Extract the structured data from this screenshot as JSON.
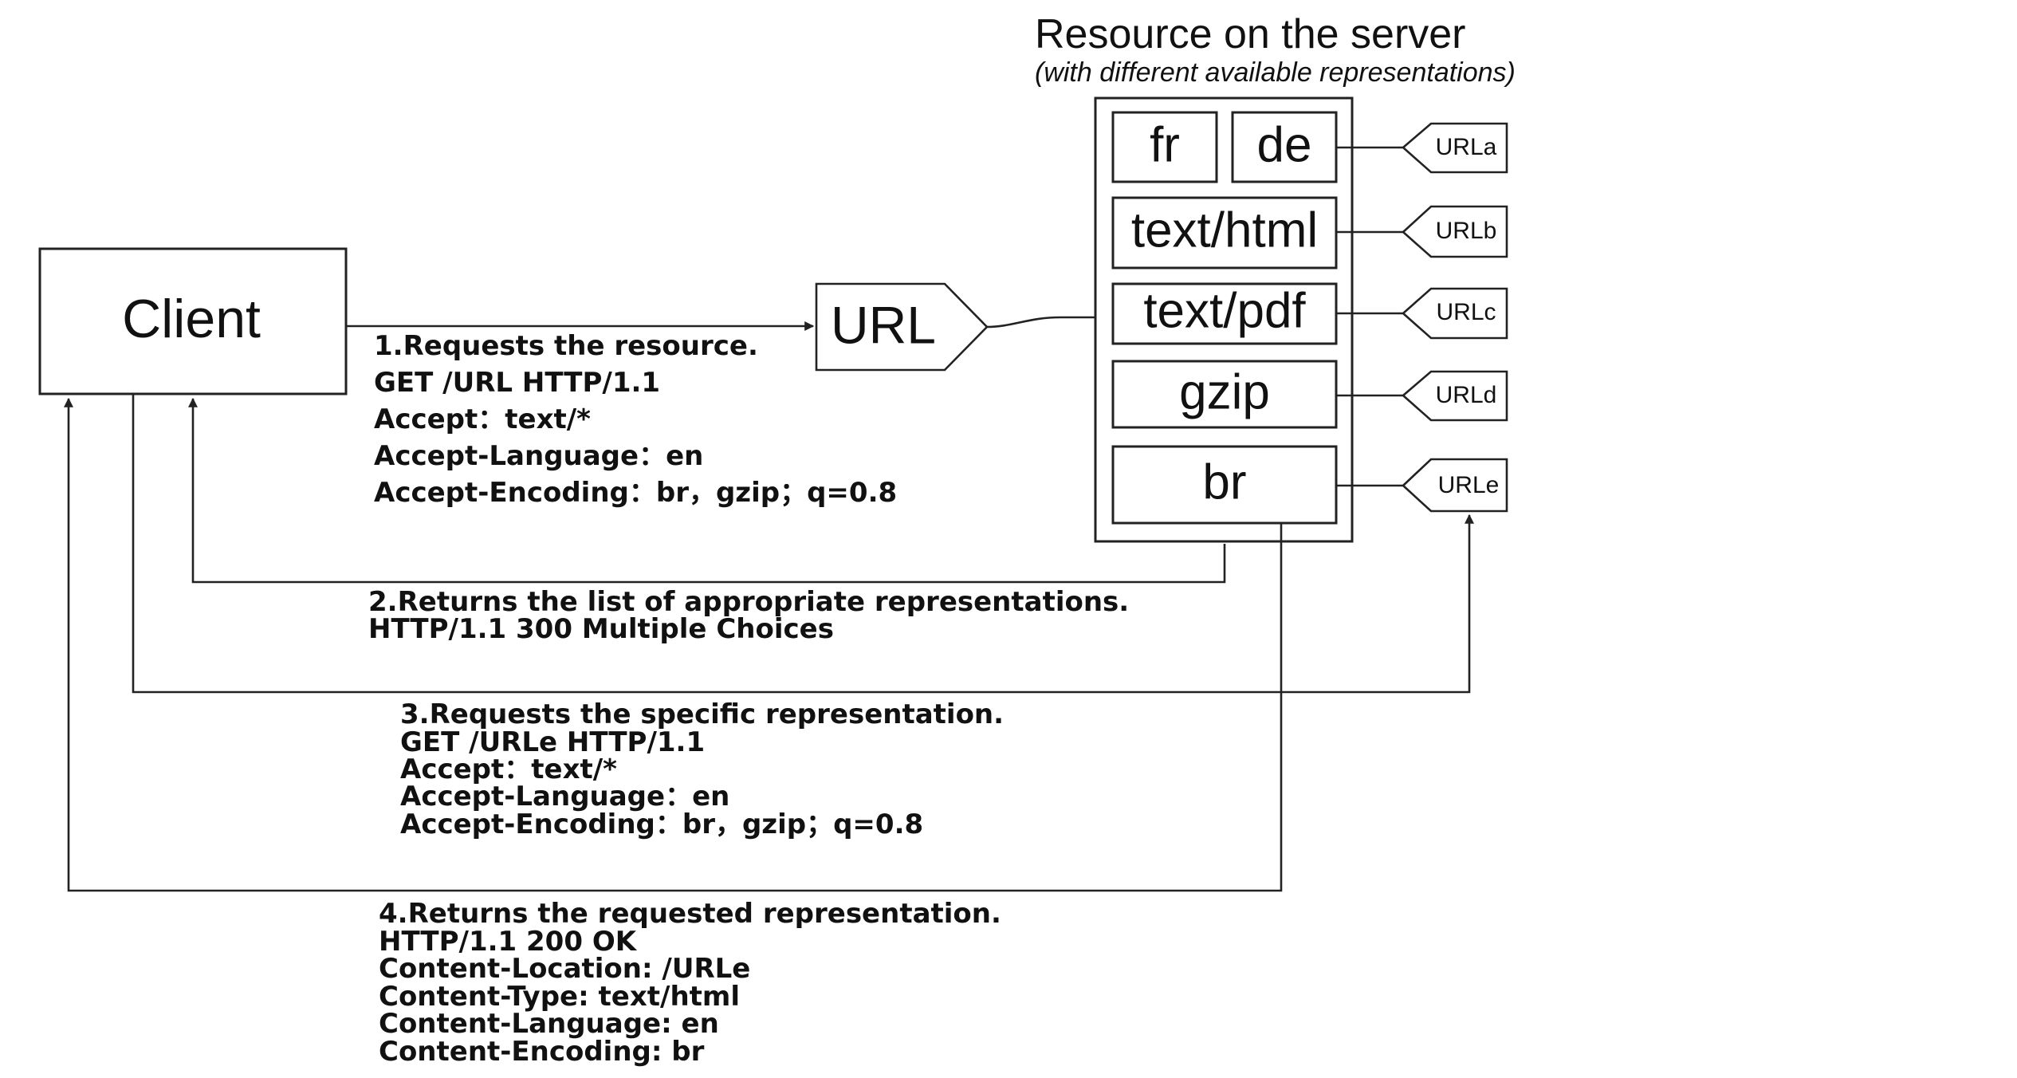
{
  "server": {
    "title": "Resource on the server",
    "subtitle": "(with different available representations)"
  },
  "client": {
    "label": "Client"
  },
  "url_tag": {
    "label": "URL"
  },
  "representations": [
    "fr",
    "de",
    "text/html",
    "text/pdf",
    "gzip",
    "br"
  ],
  "url_tags": [
    "URLa",
    "URLb",
    "URLc",
    "URLd",
    "URLe"
  ],
  "steps": [
    {
      "lines": [
        "1.Requests the resource.",
        "GET /URL HTTP/1.1",
        "Accept：text/*",
        "Accept-Language：en",
        "Accept-Encoding：br，gzip；q=0.8"
      ]
    },
    {
      "lines": [
        "2.Returns the list of appropriate representations.",
        "HTTP/1.1 300 Multiple Choices"
      ]
    },
    {
      "lines": [
        "3.Requests the specific representation.",
        "GET /URLe HTTP/1.1",
        "Accept：text/*",
        "Accept-Language：en",
        "Accept-Encoding：br，gzip；q=0.8"
      ]
    },
    {
      "lines": [
        "4.Returns the requested representation.",
        "HTTP/1.1  200  OK",
        "Content-Location:  /URLe",
        "Content-Type:  text/html",
        "Content-Language:   en",
        "Content-Encoding:   br"
      ]
    }
  ]
}
